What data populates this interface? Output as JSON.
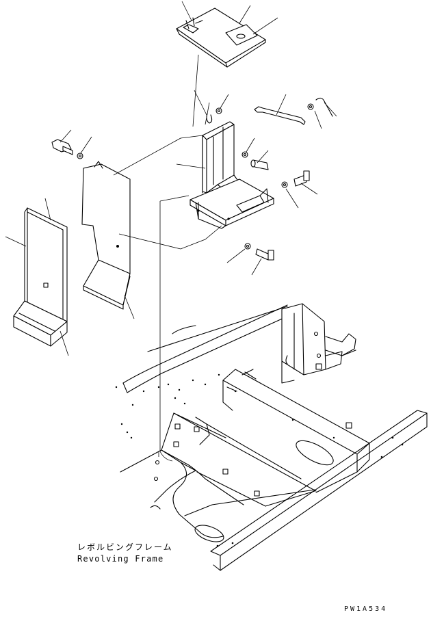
{
  "labels": {
    "frame_japanese": "レボルビングフレーム",
    "frame_english": "Revolving Frame",
    "drawing_code": "PW1A534"
  }
}
